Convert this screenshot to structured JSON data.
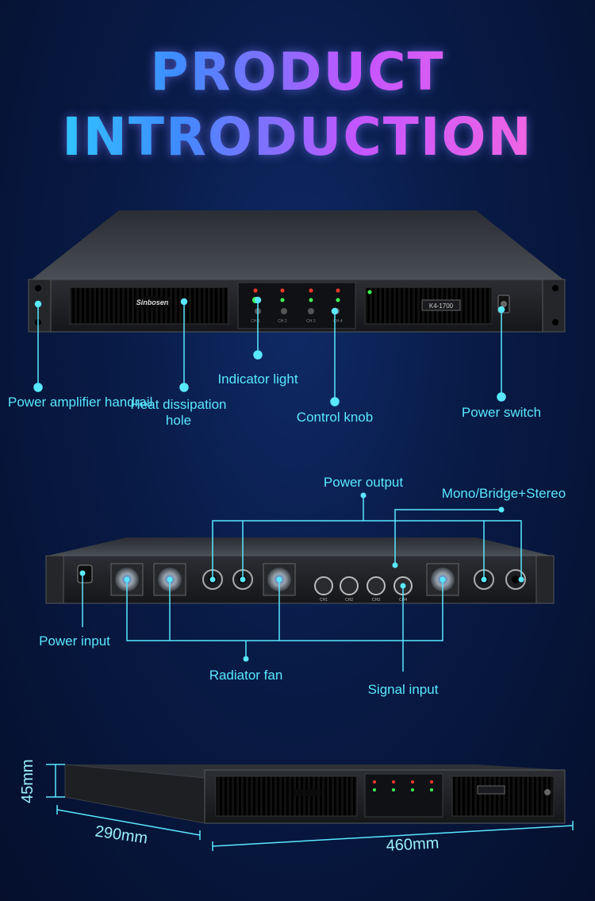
{
  "header": {
    "line1": "PRODUCT",
    "line2": "INTRODUCTION"
  },
  "front_panel": {
    "brand": "Sinbosen",
    "model": "K4-1700",
    "channel_labels": [
      "CH 1",
      "CH 2",
      "CH 3",
      "CH 4"
    ],
    "labels": {
      "handrail": "Power amplifier handrail",
      "heat_hole": "Heat dissipation hole",
      "indicator": "Indicator light",
      "knob": "Control knob",
      "switch": "Power switch"
    }
  },
  "rear_panel": {
    "channel_labels": [
      "CH1",
      "CH2",
      "CH3",
      "CH4"
    ],
    "labels": {
      "power_output": "Power output",
      "mono_bridge": "Mono/Bridge+Stereo",
      "power_input": "Power input",
      "radiator_fan": "Radiator fan",
      "signal_input": "Signal input"
    }
  },
  "dimensions": {
    "height": "45mm",
    "depth": "290mm",
    "width": "460mm"
  },
  "colors": {
    "accent": "#59e8ff",
    "background": "#081a45"
  }
}
